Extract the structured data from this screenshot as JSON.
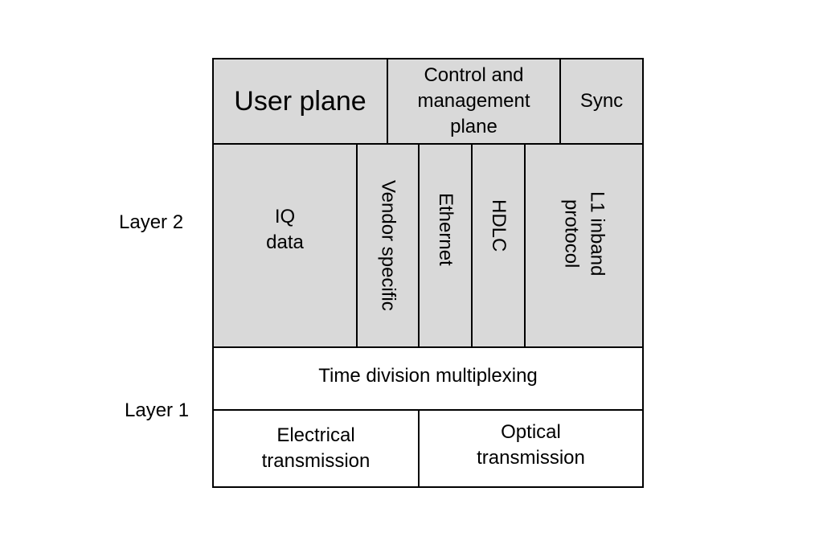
{
  "side_labels": {
    "layer2": "Layer 2",
    "layer1": "Layer 1"
  },
  "planes": {
    "user": "User plane",
    "control": "Control and\nmanagement\nplane",
    "sync": "Sync"
  },
  "layer2_blocks": {
    "iq": "IQ\ndata",
    "vendor": "Vendor specific",
    "ethernet": "Ethernet",
    "hdlc": "HDLC",
    "l1": "L1 inband\nprotocol"
  },
  "layer1_blocks": {
    "tdm": "Time division multiplexing",
    "electrical": "Electrical\ntransmission",
    "optical": "Optical\ntransmission"
  },
  "colors": {
    "shaded_fill": "#d9d9d9",
    "white_fill": "#ffffff",
    "border": "#000000"
  }
}
